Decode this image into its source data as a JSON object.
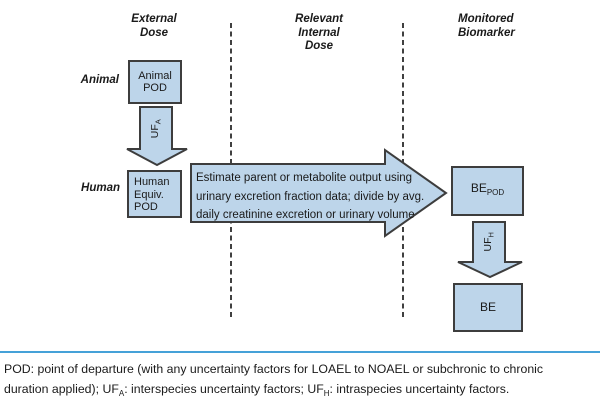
{
  "diagram": {
    "column_headers": {
      "external": {
        "line1": "External",
        "line2": "Dose"
      },
      "internal": {
        "line1": "Relevant",
        "line2": "Internal",
        "line3": "Dose"
      },
      "biomarker": {
        "line1": "Monitored",
        "line2": "Biomarker"
      }
    },
    "row_labels": {
      "animal": "Animal",
      "human": "Human"
    },
    "boxes": {
      "animal_pod": {
        "line1": "Animal",
        "line2": "POD"
      },
      "human_pod": {
        "line1": "Human",
        "line2": "Equiv.",
        "line3": "POD"
      },
      "be_pod": {
        "base": "BE",
        "sub": "POD"
      },
      "be": {
        "base": "BE"
      }
    },
    "arrows": {
      "uf_a": {
        "base": "UF",
        "sub": "A"
      },
      "uf_h": {
        "base": "UF",
        "sub": "H"
      },
      "process": {
        "line1": "Estimate parent or metabolite output using",
        "line2": "urinary excretion fraction data; divide by avg.",
        "line3": "daily creatinine excretion or urinary volume"
      }
    },
    "colors": {
      "box_fill": "#bdd5ea",
      "box_border": "#3d3d3d",
      "dashed_line": "#2b2b2b",
      "caption_divider": "#45a1d8"
    }
  },
  "caption": {
    "segments": {
      "s0": "POD: point of departure (with any uncertainty factors for LOAEL to NOAEL or subchronic to chronic duration applied); UF",
      "s1": "A",
      "s2": ": interspecies uncertainty factors; UF",
      "s3": "H",
      "s4": ": intraspecies uncertainty factors."
    }
  }
}
